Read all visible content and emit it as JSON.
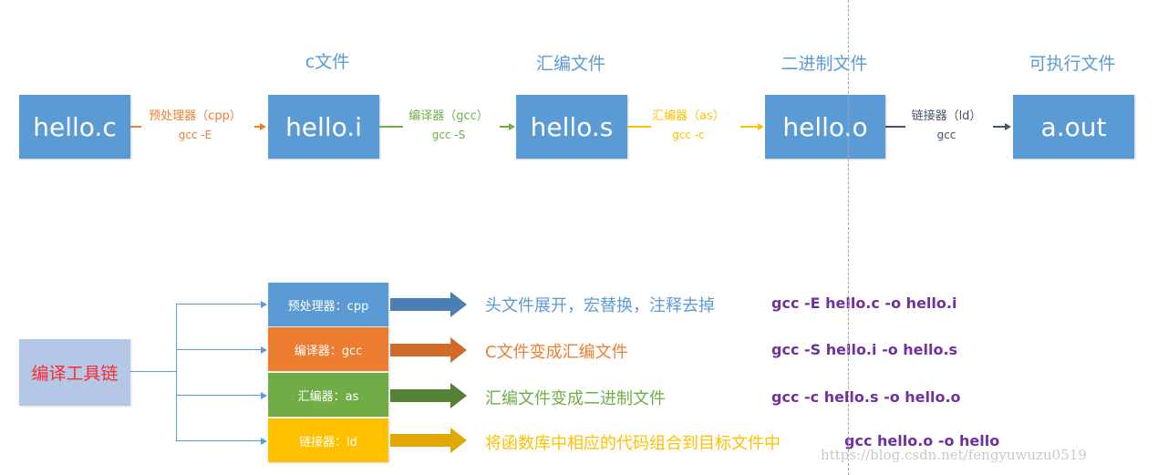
{
  "pipeline": {
    "stages": [
      {
        "file": "hello.c",
        "label": ""
      },
      {
        "file": "hello.i",
        "label": "c文件"
      },
      {
        "file": "hello.s",
        "label": "汇编文件"
      },
      {
        "file": "hello.o",
        "label": "二进制文件"
      },
      {
        "file": "a.out",
        "label": "可执行文件"
      }
    ],
    "edges": [
      {
        "tool": "预处理器（cpp）",
        "cmd": "gcc -E",
        "color": "#ed7d31"
      },
      {
        "tool": "编译器（gcc）",
        "cmd": "gcc -S",
        "color": "#70ad47"
      },
      {
        "tool": "汇编器（as）",
        "cmd": "gcc -c",
        "color": "#ffc000"
      },
      {
        "tool": "链接器（ld）",
        "cmd": "gcc",
        "color": "#44546a"
      }
    ]
  },
  "toolchain": {
    "root_label": "编译工具链",
    "tools": [
      {
        "name": "预处理器：cpp",
        "desc": "头文件展开，宏替换，注释去掉",
        "cmd": "gcc -E hello.c -o hello.i",
        "color": "#5b9bd5",
        "arrow": "#4a7fb5",
        "desc_color": "#5b9bd5"
      },
      {
        "name": "编译器：gcc",
        "desc": "C文件变成汇编文件",
        "cmd": "gcc -S hello.i -o hello.s",
        "color": "#ed7d31",
        "arrow": "#d06c2a",
        "desc_color": "#ed7d31"
      },
      {
        "name": "汇编器：as",
        "desc": "汇编文件变成二进制文件",
        "cmd": "gcc -c hello.s -o hello.o",
        "color": "#70ad47",
        "arrow": "#548235",
        "desc_color": "#70ad47"
      },
      {
        "name": "链接器：ld",
        "desc": "将函数库中相应的代码组合到目标文件中",
        "cmd": "gcc hello.o -o hello",
        "color": "#ffc000",
        "arrow": "#e0a800",
        "desc_color": "#ffc000"
      }
    ]
  },
  "watermark": "https://blog.csdn.net/fengyuwuzu0519"
}
